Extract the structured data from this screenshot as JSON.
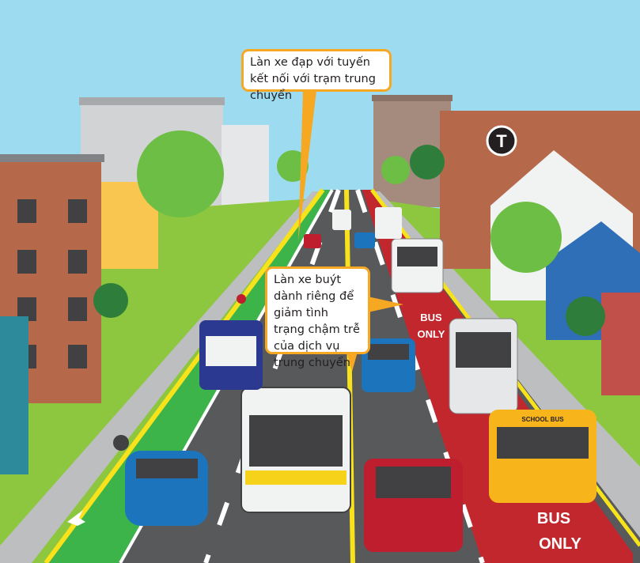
{
  "callouts": {
    "bike_lane": "Làn xe đạp với tuyến kết nối với trạm trung chuyển",
    "bus_lane": "Làn xe buýt dành riêng để giảm tình trạng chậm trễ của dịch vụ trung chuyển"
  },
  "road_markings": {
    "bus_only_near_1": "BUS",
    "bus_only_near_2": "ONLY",
    "bus_only_far_1": "BUS",
    "bus_only_far_2": "ONLY"
  },
  "vehicles": {
    "school_bus_label": "SCHOOL BUS",
    "transit_logo": "T"
  },
  "colors": {
    "sky": "#9ddcf0",
    "bike_lane": "#3cb44a",
    "bus_lane": "#c1272d",
    "asphalt": "#58595b",
    "callout_border": "#f7a823",
    "center_line": "#f7e21b"
  }
}
